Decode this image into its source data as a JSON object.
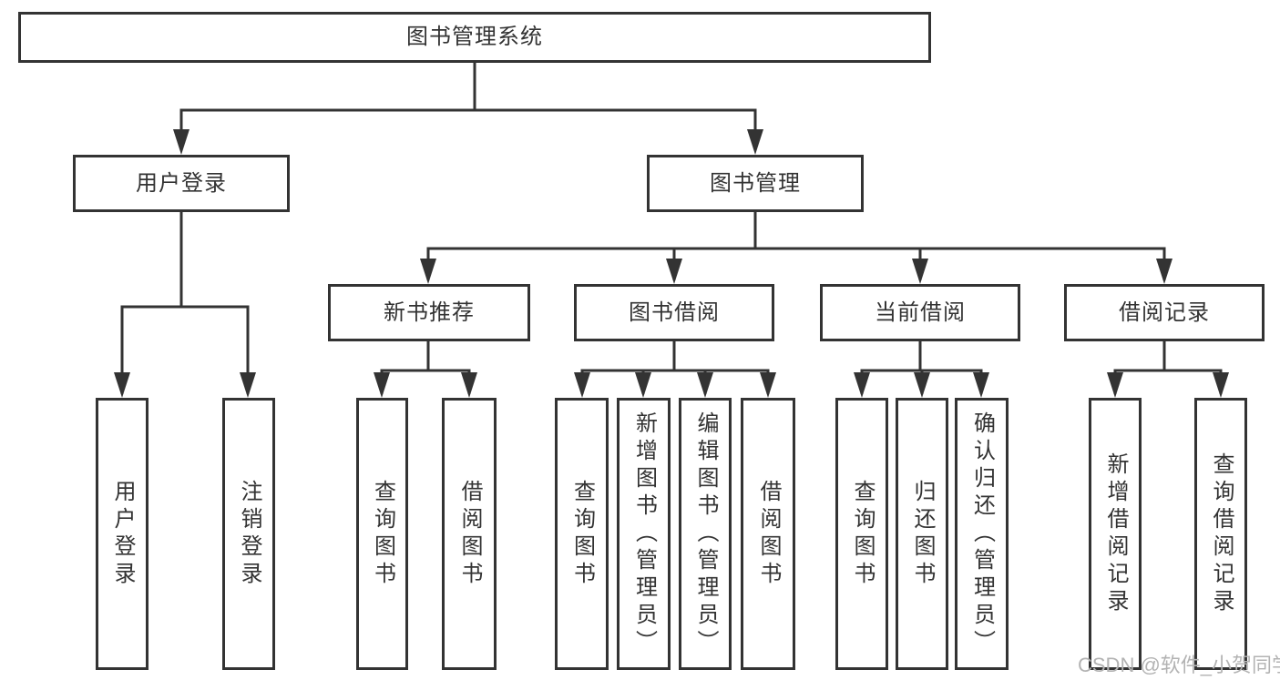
{
  "diagram": {
    "type": "hierarchy-tree",
    "title": "图书管理系统",
    "nodes": {
      "root": "图书管理系统",
      "user_login": "用户登录",
      "book_management": "图书管理",
      "login": "用户登录",
      "logout": "注销登录",
      "new_book_recommend": "新书推荐",
      "book_borrow": "图书借阅",
      "current_borrow": "当前借阅",
      "borrow_records": "借阅记录",
      "rec_query_books": "查询图书",
      "rec_borrow_books": "借阅图书",
      "bb_query_books": "查询图书",
      "bb_add_books": "新增图书（管理员）",
      "bb_edit_books": "编辑图书（管理员）",
      "bb_borrow_books": "借阅图书",
      "cb_query_books": "查询图书",
      "cb_return_books": "归还图书",
      "cb_confirm_return": "确认归还（管理员）",
      "br_add_record": "新增借阅记录",
      "br_query_record": "查询借阅记录"
    },
    "edges": [
      [
        "root",
        "user_login"
      ],
      [
        "root",
        "book_management"
      ],
      [
        "user_login",
        "login"
      ],
      [
        "user_login",
        "logout"
      ],
      [
        "book_management",
        "new_book_recommend"
      ],
      [
        "book_management",
        "book_borrow"
      ],
      [
        "book_management",
        "current_borrow"
      ],
      [
        "book_management",
        "borrow_records"
      ],
      [
        "new_book_recommend",
        "rec_query_books"
      ],
      [
        "new_book_recommend",
        "rec_borrow_books"
      ],
      [
        "book_borrow",
        "bb_query_books"
      ],
      [
        "book_borrow",
        "bb_add_books"
      ],
      [
        "book_borrow",
        "bb_edit_books"
      ],
      [
        "book_borrow",
        "bb_borrow_books"
      ],
      [
        "current_borrow",
        "cb_query_books"
      ],
      [
        "current_borrow",
        "cb_return_books"
      ],
      [
        "current_borrow",
        "cb_confirm_return"
      ],
      [
        "borrow_records",
        "br_add_record"
      ],
      [
        "borrow_records",
        "br_query_record"
      ]
    ],
    "colors": {
      "line": "#333333",
      "text": "#333333",
      "box_fill": "#ffffff",
      "background": "#ffffff"
    }
  },
  "watermark": {
    "text": "CSDN @软件_小贺同学",
    "color": "#b3b3b3"
  }
}
